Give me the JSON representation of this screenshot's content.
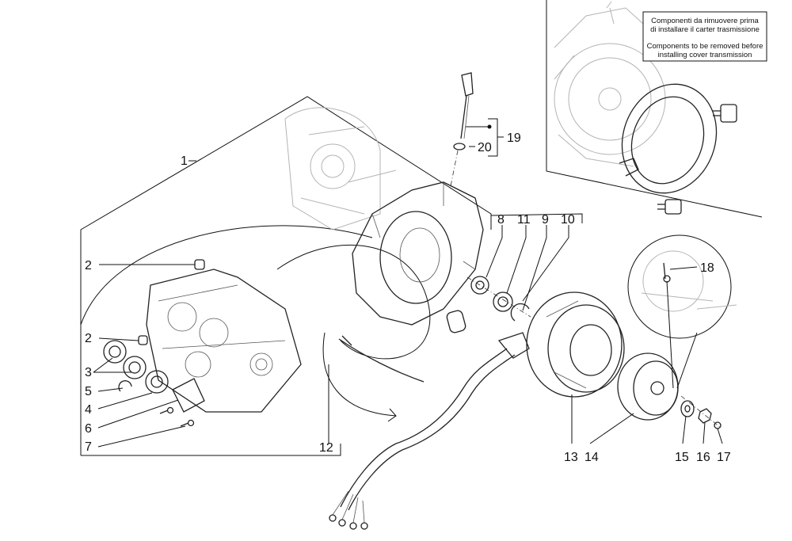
{
  "note": {
    "it_line1": "Componenti da rimuovere prima",
    "it_line2": "di installare il carter trasmissione",
    "en_line1": "Components to be removed before",
    "en_line2": "installing cover transmission"
  },
  "callouts": {
    "c1": "1",
    "c2a": "2",
    "c2b": "2",
    "c3": "3",
    "c4": "4",
    "c5": "5",
    "c6": "6",
    "c7": "7",
    "c8": "8",
    "c9": "9",
    "c10": "10",
    "c11": "11",
    "c12": "12",
    "c13": "13",
    "c14": "14",
    "c15": "15",
    "c16": "16",
    "c17": "17",
    "c18": "18",
    "c19": "19",
    "c20": "20"
  }
}
